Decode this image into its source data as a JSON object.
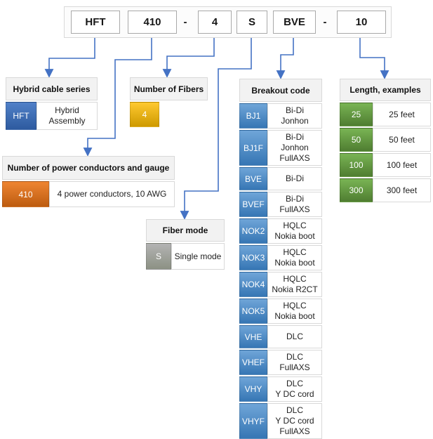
{
  "part_number": {
    "series": "HFT",
    "conductors": "410",
    "separator": "-",
    "fibers": "4",
    "mode": "S",
    "breakout": "BVE",
    "length": "10"
  },
  "series_section": {
    "title": "Hybrid cable series",
    "key": "HFT",
    "label": [
      "Hybrid",
      "Assembly"
    ]
  },
  "fibers_section": {
    "title": "Number of Fibers",
    "key": "4"
  },
  "power_section": {
    "title": "Number of power conductors and gauge",
    "key": "410",
    "label": "4 power conductors, 10 AWG"
  },
  "mode_section": {
    "title": "Fiber mode",
    "key": "S",
    "label": "Single mode"
  },
  "breakout": {
    "title": "Breakout code",
    "rows": [
      {
        "key": "BJ1",
        "label": [
          "Bi-Di",
          "Jonhon"
        ]
      },
      {
        "key": "BJ1F",
        "label": [
          "Bi-Di",
          "Jonhon",
          "FullAXS"
        ]
      },
      {
        "key": "BVE",
        "label": [
          "Bi-Di"
        ]
      },
      {
        "key": "BVEF",
        "label": [
          "Bi-Di",
          "FullAXS"
        ]
      },
      {
        "key": "NOK2",
        "label": [
          "HQLC",
          "Nokia boot"
        ]
      },
      {
        "key": "NOK3",
        "label": [
          "HQLC",
          "Nokia boot"
        ]
      },
      {
        "key": "NOK4",
        "label": [
          "HQLC",
          "Nokia R2CT"
        ]
      },
      {
        "key": "NOK5",
        "label": [
          "HQLC",
          "Nokia boot"
        ]
      },
      {
        "key": "VHE",
        "label": [
          "DLC"
        ]
      },
      {
        "key": "VHEF",
        "label": [
          "DLC",
          "FullAXS"
        ]
      },
      {
        "key": "VHY",
        "label": [
          "DLC",
          "Y DC cord"
        ]
      },
      {
        "key": "VHYF",
        "label": [
          "DLC",
          "Y DC cord",
          "FullAXS"
        ]
      }
    ]
  },
  "length_section": {
    "title": "Length, examples",
    "rows": [
      {
        "key": "25",
        "label": "25 feet"
      },
      {
        "key": "50",
        "label": "50 feet"
      },
      {
        "key": "100",
        "label": "100 feet"
      },
      {
        "key": "300",
        "label": "300 feet"
      }
    ]
  },
  "colors": {
    "connector": "#4472C4",
    "header_bg": "#F2F2F2",
    "key_blue_dark_top": "#5080C8",
    "key_blue_dark_bottom": "#2E5B9F",
    "key_blue_top": "#6FA5D8",
    "key_blue_bottom": "#3676B4",
    "key_orange_top": "#EE8532",
    "key_orange_bottom": "#BD5C10",
    "key_gold_top": "#FFC930",
    "key_gold_bottom": "#CE9A00",
    "key_green_top": "#79B454",
    "key_green_bottom": "#4F7D31",
    "key_gray_top": "#B3B3B3",
    "key_gray_bottom": "#8C9184"
  }
}
